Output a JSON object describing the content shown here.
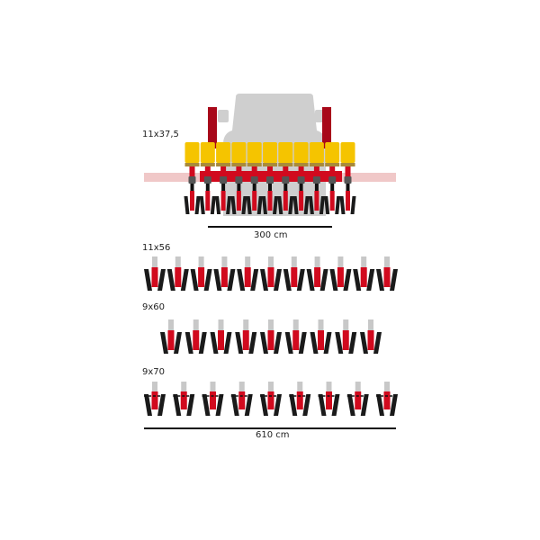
{
  "configs": [
    {
      "label": "11x37,5",
      "rows": 11
    },
    {
      "label": "11x56",
      "rows": 11
    },
    {
      "label": "9x60",
      "rows": 9
    },
    {
      "label": "9x70",
      "rows": 9
    }
  ],
  "scales": {
    "small_width": "300 cm",
    "large_width": "610 cm"
  },
  "colors": {
    "hopper": "#f5c400",
    "frame": "#d10a1e",
    "post": "#a8081a",
    "tractor": "#cfcfcf",
    "bar_band": "#f0c8c8",
    "disc": "#1a1a1a",
    "grey_part": "#c8c8c8"
  }
}
